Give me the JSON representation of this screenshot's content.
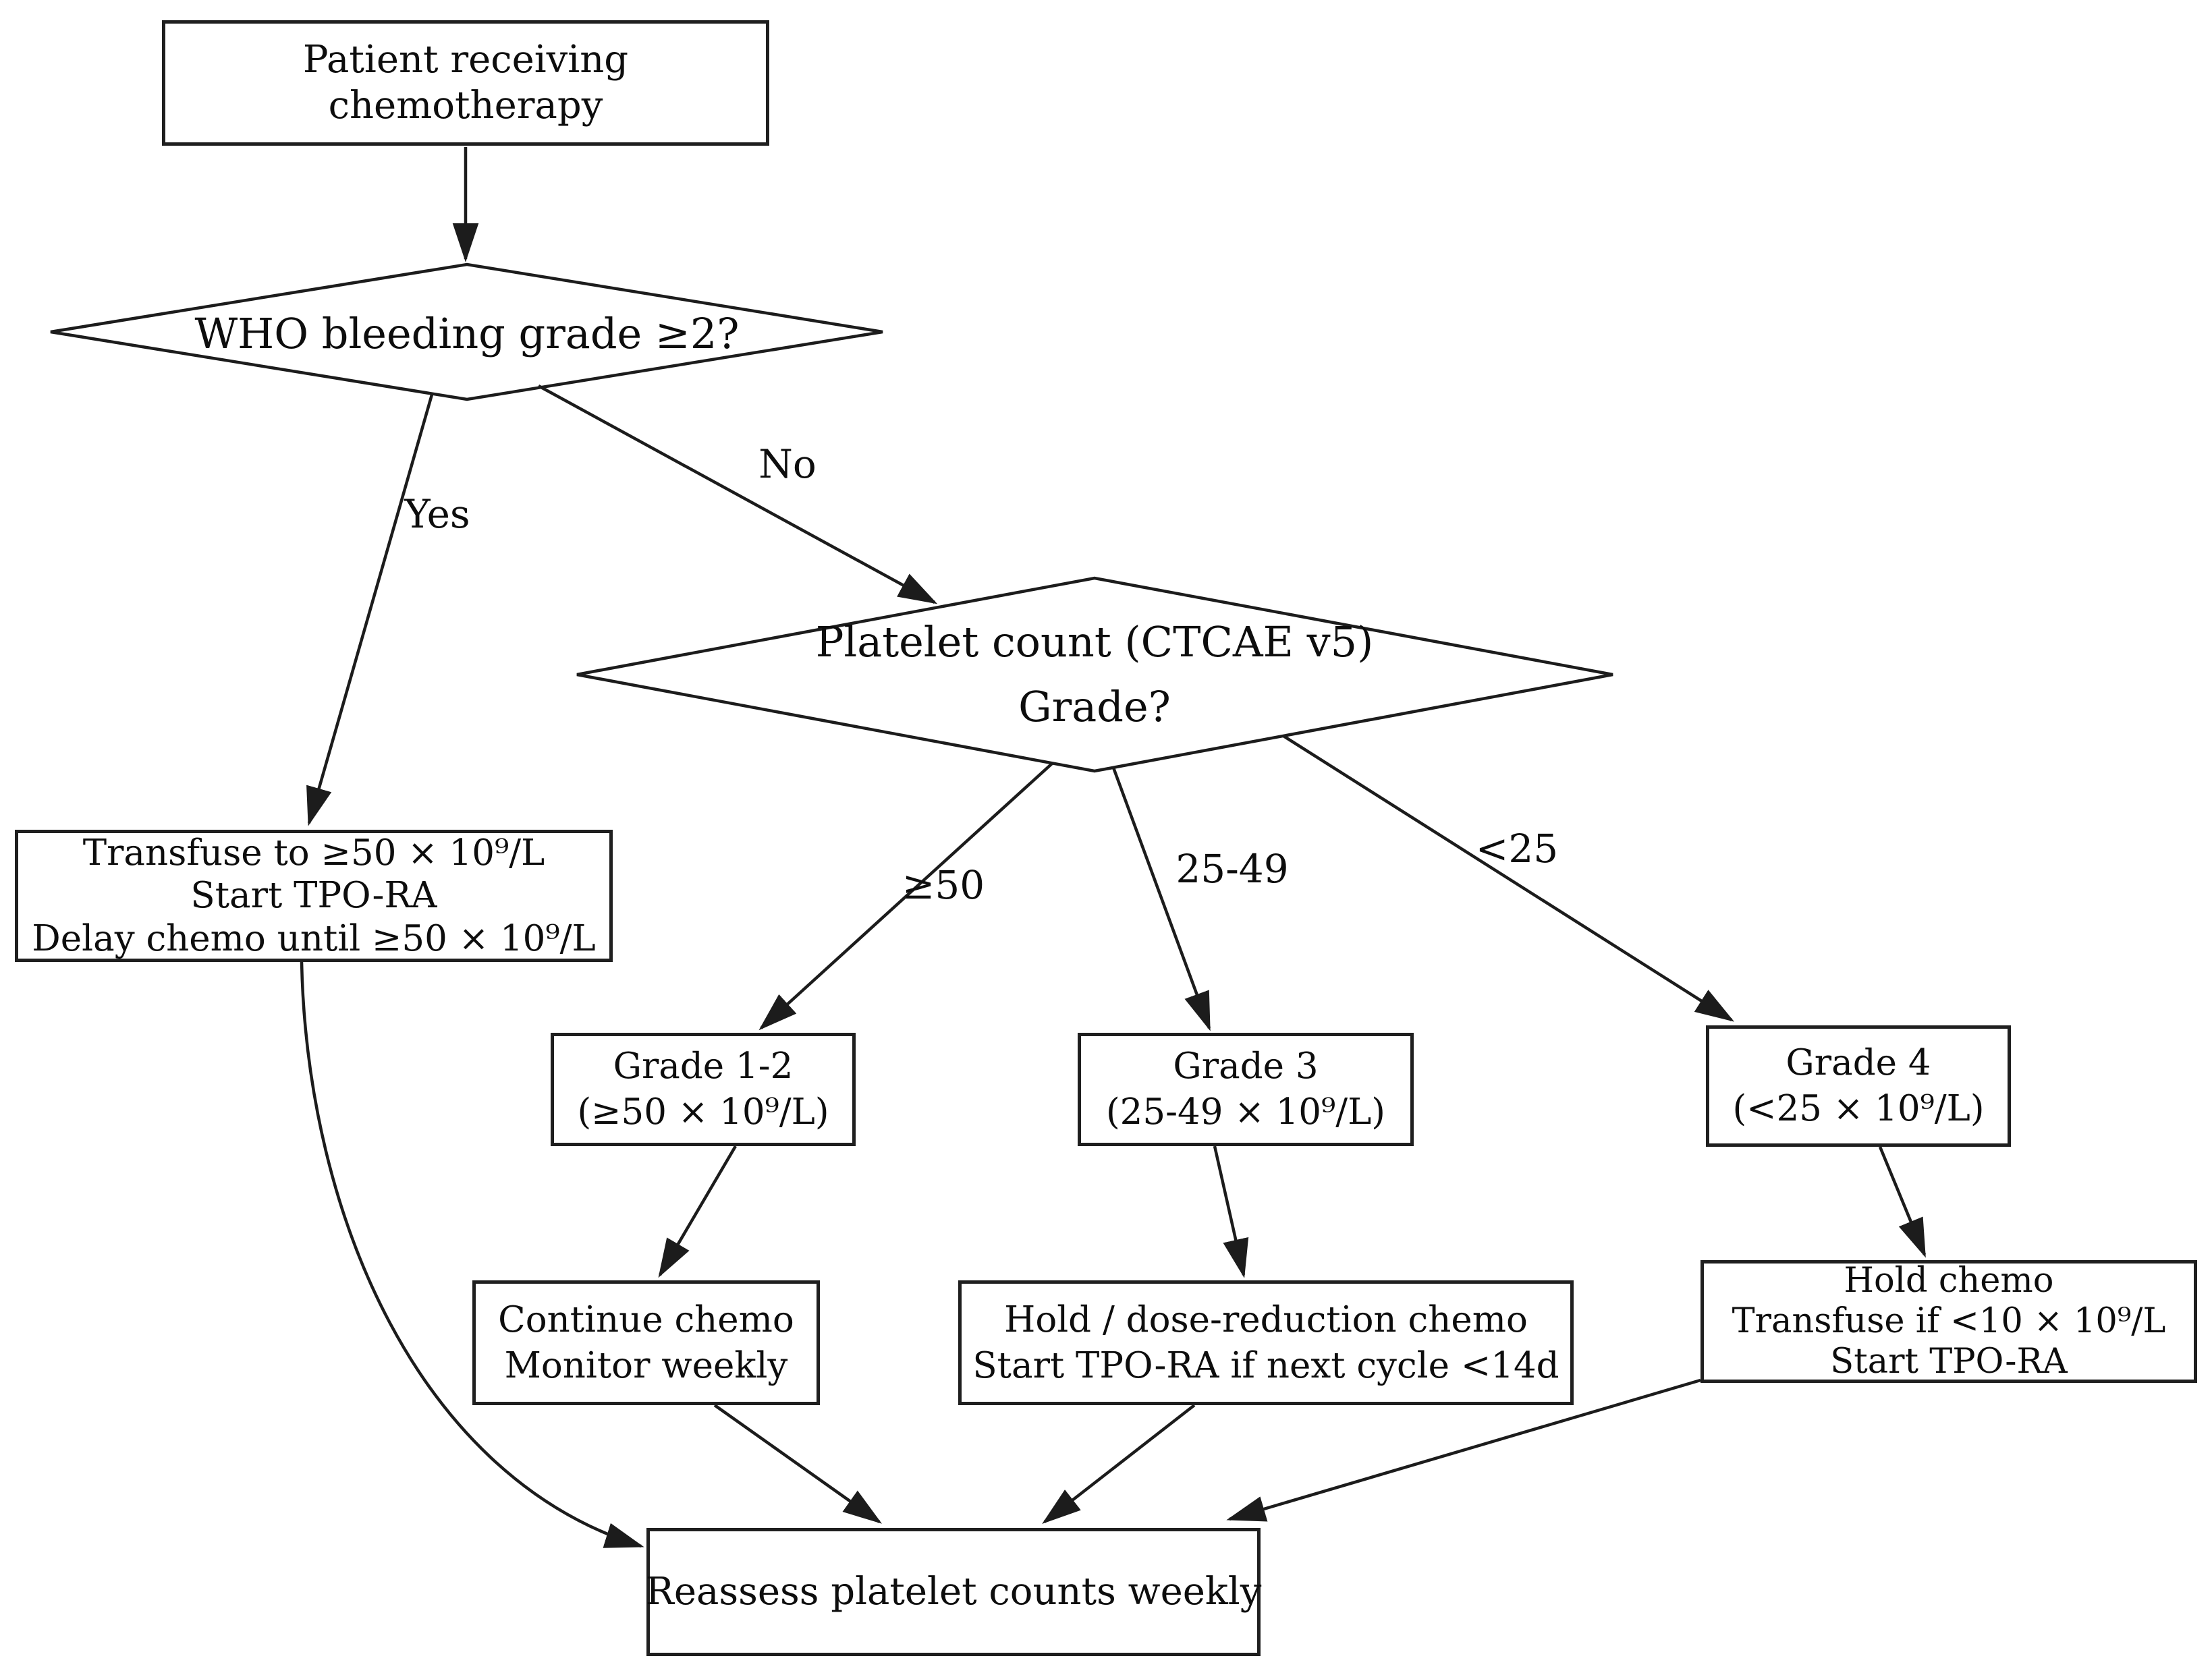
{
  "flowchart": {
    "colors": {
      "background": "#ffffff",
      "stroke": "#1c1c1c",
      "text": "#0d0d0d"
    },
    "nodes": {
      "patient": {
        "type": "process",
        "lines": [
          "Patient receiving",
          "chemotherapy"
        ]
      },
      "who_bleeding_decision": {
        "type": "decision",
        "lines": [
          "WHO bleeding grade ≥2?"
        ]
      },
      "transfuse_tpora": {
        "type": "process",
        "lines": [
          "Transfuse to ≥50 × 10⁹/L",
          "Start TPO-RA",
          "Delay chemo until ≥50 × 10⁹/L"
        ]
      },
      "platelet_grade_decision": {
        "type": "decision",
        "lines": [
          "Platelet count (CTCAE v5)",
          "Grade?"
        ]
      },
      "grade_1_2": {
        "type": "process",
        "lines": [
          "Grade 1-2",
          "(≥50 × 10⁹/L)"
        ]
      },
      "grade_3": {
        "type": "process",
        "lines": [
          "Grade 3",
          "(25-49 × 10⁹/L)"
        ]
      },
      "grade_4": {
        "type": "process",
        "lines": [
          "Grade 4",
          "(<25 × 10⁹/L)"
        ]
      },
      "continue_chemo": {
        "type": "process",
        "lines": [
          "Continue chemo",
          "Monitor weekly"
        ]
      },
      "hold_dose_reduce": {
        "type": "process",
        "lines": [
          "Hold / dose-reduction chemo",
          "Start TPO-RA if next cycle <14d"
        ]
      },
      "hold_chemo": {
        "type": "process",
        "lines": [
          "Hold chemo",
          "Transfuse if <10 × 10⁹/L",
          "Start TPO-RA"
        ]
      },
      "reassess": {
        "type": "process",
        "lines": [
          "Reassess platelet counts weekly"
        ]
      }
    },
    "edges": [
      {
        "from": "patient",
        "to": "who_bleeding_decision",
        "label": ""
      },
      {
        "from": "who_bleeding_decision",
        "to": "transfuse_tpora",
        "label": "Yes"
      },
      {
        "from": "who_bleeding_decision",
        "to": "platelet_grade_decision",
        "label": "No"
      },
      {
        "from": "platelet_grade_decision",
        "to": "grade_1_2",
        "label": "≥50"
      },
      {
        "from": "platelet_grade_decision",
        "to": "grade_3",
        "label": "25-49"
      },
      {
        "from": "platelet_grade_decision",
        "to": "grade_4",
        "label": "<25"
      },
      {
        "from": "grade_1_2",
        "to": "continue_chemo",
        "label": ""
      },
      {
        "from": "grade_3",
        "to": "hold_dose_reduce",
        "label": ""
      },
      {
        "from": "grade_4",
        "to": "hold_chemo",
        "label": ""
      },
      {
        "from": "transfuse_tpora",
        "to": "reassess",
        "label": ""
      },
      {
        "from": "continue_chemo",
        "to": "reassess",
        "label": ""
      },
      {
        "from": "hold_dose_reduce",
        "to": "reassess",
        "label": ""
      },
      {
        "from": "hold_chemo",
        "to": "reassess",
        "label": ""
      }
    ]
  }
}
